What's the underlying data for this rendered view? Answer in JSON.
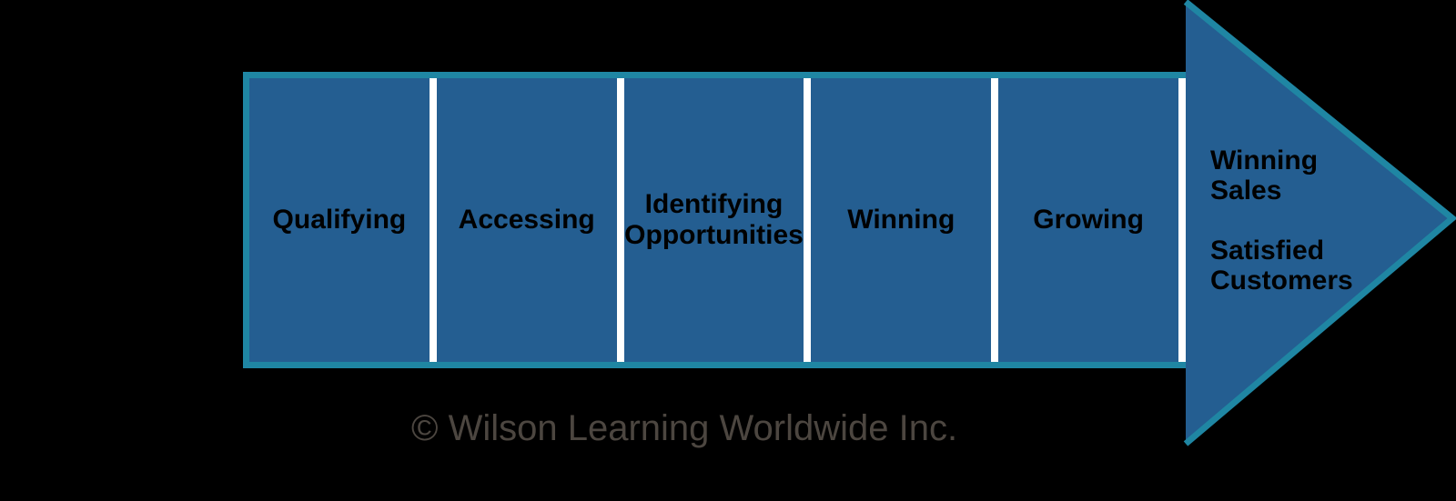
{
  "diagram": {
    "title": "Sales process arrow diagram",
    "stages": [
      {
        "label": "Qualifying"
      },
      {
        "label": "Accessing"
      },
      {
        "label": "Identifying Opportunities"
      },
      {
        "label": "Winning"
      },
      {
        "label": "Growing"
      }
    ],
    "arrowhead_outcomes": [
      {
        "label": "Winning Sales"
      },
      {
        "label": "Satisfied Customers"
      }
    ],
    "colors": {
      "segment_fill": "#245E91",
      "outline_teal": "#1F86A3",
      "divider_white": "#FFFFFF",
      "label_text": "#000000",
      "canvas_background": "#000000",
      "copyright_text": "#4C4640"
    }
  },
  "footer": {
    "copyright": "© Wilson Learning Worldwide Inc."
  }
}
